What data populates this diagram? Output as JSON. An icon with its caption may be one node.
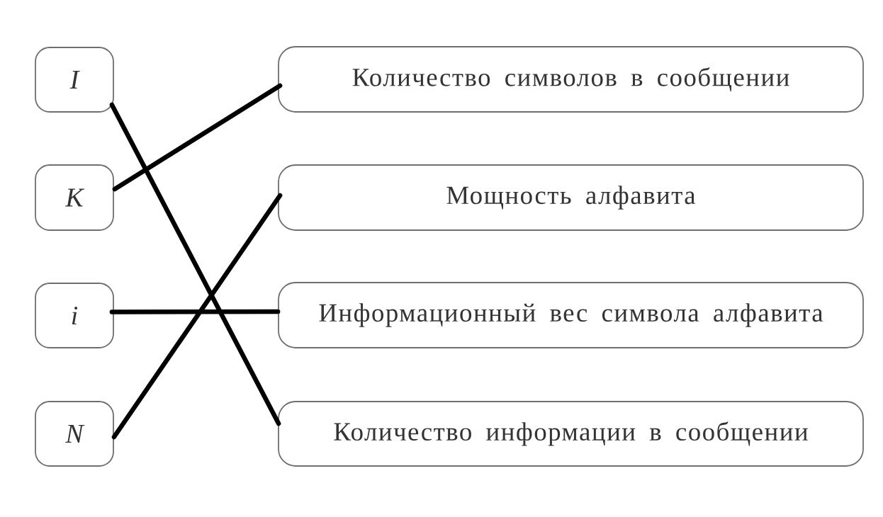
{
  "diagram": {
    "nodes": [
      {
        "text": [
          "I"
        ]
      },
      {
        "text": [
          "K"
        ]
      },
      {
        "text": [
          "i"
        ]
      },
      {
        "text": [
          "N"
        ]
      },
      {
        "text": [
          "Количество символов в сообщении"
        ]
      },
      {
        "text": [
          "Мощность алфавита"
        ]
      },
      {
        "text": [
          "Информационный вес символа алфавита"
        ]
      },
      {
        "text": [
          "Количество информации в сообщении"
        ]
      }
    ],
    "edges": [
      {
        "from": 0,
        "to": 7,
        "arrow": "none"
      },
      {
        "from": 1,
        "to": 4,
        "arrow": "none"
      },
      {
        "from": 2,
        "to": 6,
        "arrow": "none"
      },
      {
        "from": 3,
        "to": 5,
        "arrow": "none"
      }
    ]
  }
}
